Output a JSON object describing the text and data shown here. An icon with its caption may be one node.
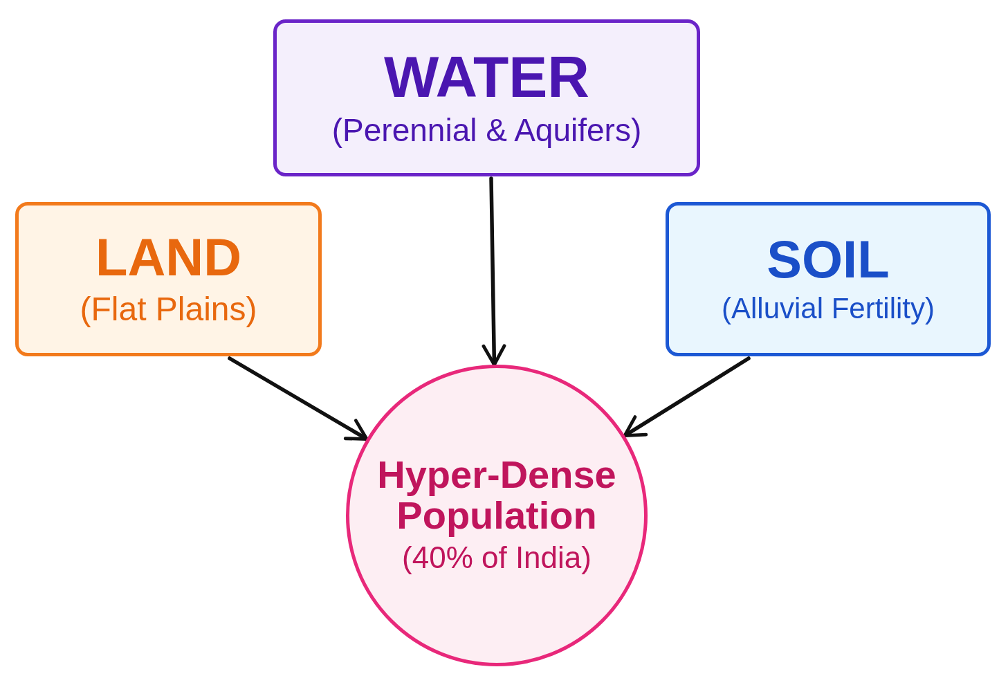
{
  "diagram": {
    "nodes": [
      {
        "text": [
          "WATER",
          "(Perennial & Aquifers)"
        ]
      },
      {
        "text": [
          "LAND",
          "(Flat Plains)"
        ]
      },
      {
        "text": [
          "SOIL",
          "(Alluvial Fertility)"
        ]
      },
      {
        "text": [
          "Hyper-Dense Population",
          "(40% of India)"
        ]
      }
    ],
    "edges": [
      {
        "from": 0,
        "to": 3,
        "arrow": "to"
      },
      {
        "from": 1,
        "to": 3,
        "arrow": "to"
      },
      {
        "from": 2,
        "to": 3,
        "arrow": "to"
      }
    ]
  }
}
